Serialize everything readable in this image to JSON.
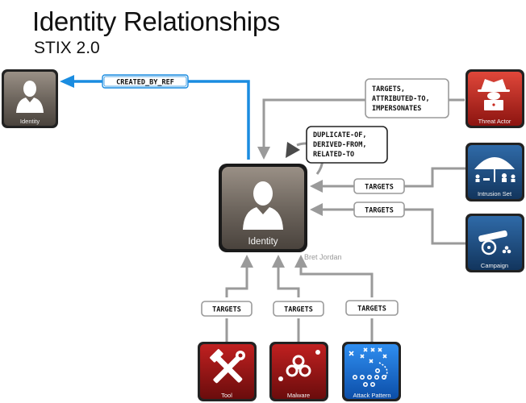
{
  "header": {
    "title": "Identity Relationships",
    "subtitle": "STIX 2.0"
  },
  "credit": "Bret Jordan",
  "nodes": {
    "identity_main": "Identity",
    "identity_ref": "Identity",
    "threat_actor": "Threat Actor",
    "intrusion_set": "Intrusion Set",
    "campaign": "Campaign",
    "tool": "Tool",
    "malware": "Malware",
    "attack_pattern": "Attack Pattern"
  },
  "relationships": {
    "created_by_ref": "CREATED_BY_REF",
    "threat_actor": [
      "TARGETS,",
      "ATTRIBUTED-TO,",
      "IMPERSONATES"
    ],
    "self": [
      "DUPLICATE-OF,",
      "DERIVED-FROM,",
      "RELATED-TO"
    ],
    "intrusion_set": "TARGETS",
    "campaign": "TARGETS",
    "tool": "TARGETS",
    "malware": "TARGETS",
    "attack_pattern": "TARGETS"
  },
  "colors": {
    "identity": "#6e665e",
    "threat_actor": "#c8281e",
    "intrusion_set": "#1e4a7a",
    "campaign": "#1e4a7a",
    "tool": "#9e1414",
    "malware": "#a01414",
    "attack_pattern": "#1464c8",
    "created_by_line": "#1a8ce0",
    "relation_line": "#9a9a9a"
  },
  "icons": {
    "identity": "person-silhouette-icon",
    "threat_actor": "spy-hacker-icon",
    "intrusion_set": "umbrella-group-icon",
    "campaign": "cannon-icon",
    "tool": "wrench-hammer-icon",
    "malware": "biohazard-icon",
    "attack_pattern": "play-diagram-icon"
  }
}
